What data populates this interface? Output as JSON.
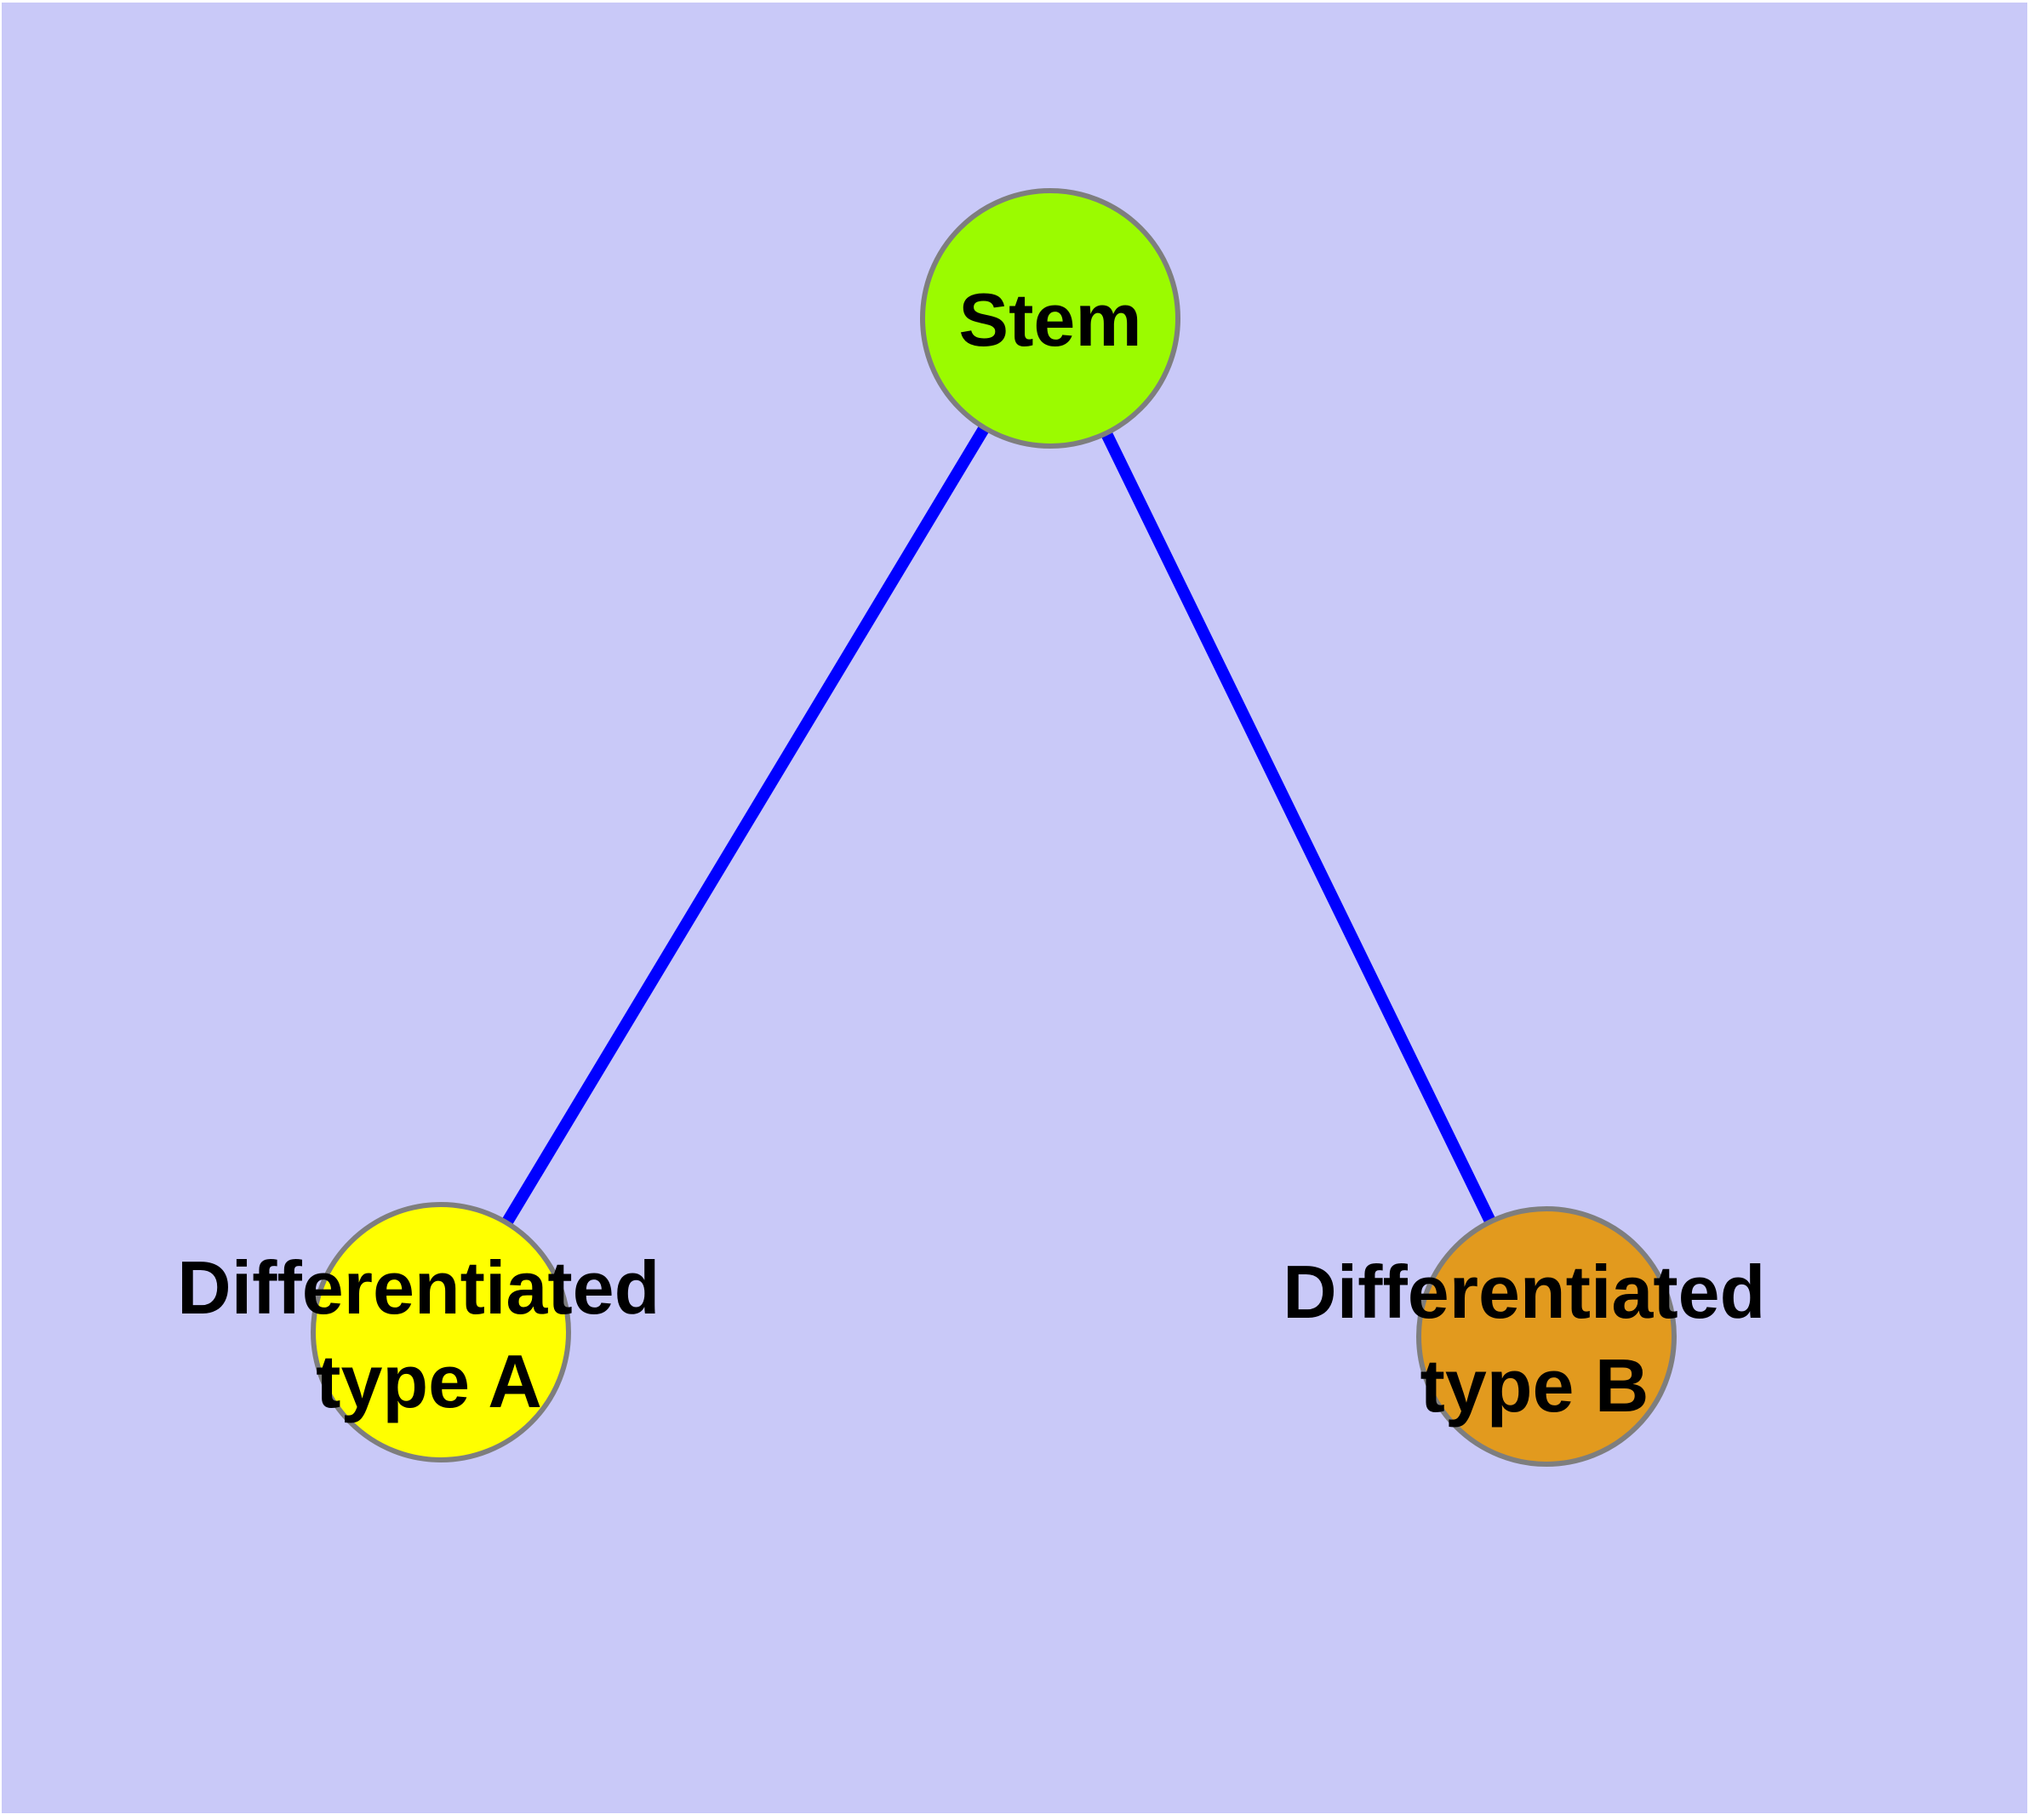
{
  "diagram": {
    "type": "graph",
    "background_color": "#C9C9F8",
    "page_margin_color": "#FFFFFF",
    "edge_color": "#0000FF",
    "node_border_color": "#7E7E7E",
    "nodes": [
      {
        "id": "stem",
        "label": "Stem",
        "color": "#9BFB00"
      },
      {
        "id": "diff-a",
        "label_line1": "Differentiated",
        "label_line2": "type A",
        "full_label": "Differentiated type A",
        "color": "#FFFF00"
      },
      {
        "id": "diff-b",
        "label_line1": "Differentiated",
        "label_line2": "type B",
        "full_label": "Differentiated type B",
        "color": "#E29A1E"
      }
    ],
    "edges": [
      {
        "from": "Stem",
        "to": "Differentiated type A"
      },
      {
        "from": "Stem",
        "to": "Differentiated type B"
      }
    ]
  }
}
